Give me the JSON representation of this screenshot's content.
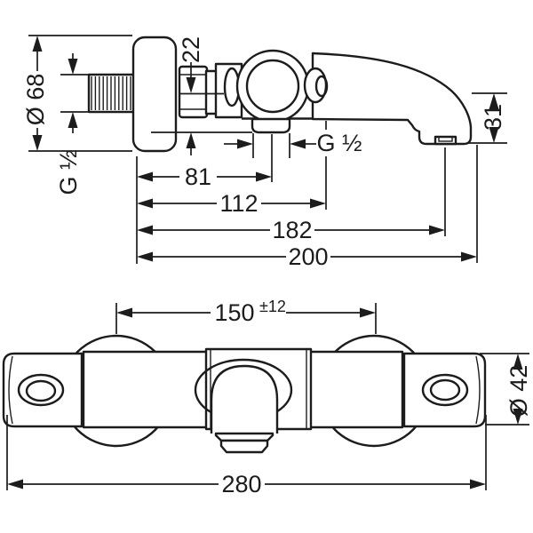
{
  "side_view": {
    "escutcheon_diameter": "Ø 68",
    "inlet_thread": "G ½",
    "axis_to_outlet_offset": "22",
    "outlet_thread": "G ½",
    "depth_dims": [
      "81",
      "112",
      "182",
      "200"
    ],
    "spout_end_height": "31"
  },
  "front_view": {
    "connection_spacing": "150",
    "spacing_tolerance": "±12",
    "overall_width": "280",
    "body_diameter": "Ø 42"
  },
  "colors": {
    "line": "#1c1c1c",
    "background": "#ffffff"
  }
}
